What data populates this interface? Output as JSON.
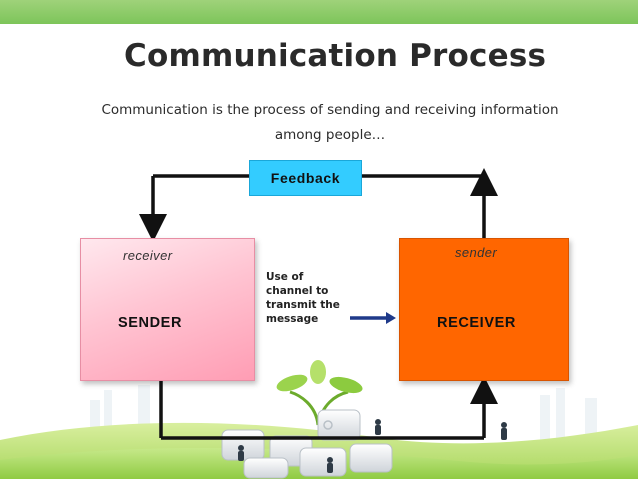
{
  "title": "Communication Process",
  "subtitle": "Communication is the  process of sending and receiving information among people…",
  "feedback_label": "Feedback",
  "sender": {
    "role": "receiver",
    "label": "SENDER"
  },
  "receiver": {
    "role": "sender",
    "label": "RECEIVER"
  },
  "channel_text": "Use of channel to transmit the message",
  "colors": {
    "feedback_box": "#33ccff",
    "sender_box": "#ff9db4",
    "receiver_box": "#ff6600",
    "channel_arrow": "#1f3a8a",
    "header_bar": "#7dc55a"
  }
}
